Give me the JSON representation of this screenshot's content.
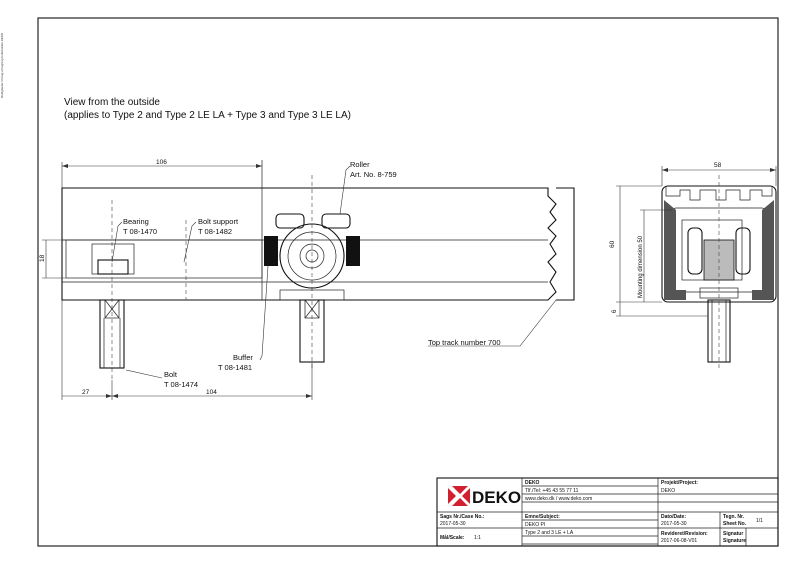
{
  "drawing": {
    "view_title_line1": "View from the outside",
    "view_title_line2": "(applies to Type 2 and Type 2 LE LA + Type 3 and Type 3 LE LA)",
    "margin_note": "Rettigheder til brug af tegning forbeholdes DEKO"
  },
  "callouts": {
    "roller_label": "Roller",
    "roller_art": "Art. No. 8-759",
    "bearing_label": "Bearing",
    "bearing_code": "T 08-1470",
    "bolt_support_label": "Bolt support",
    "bolt_support_code": "T 08-1482",
    "buffer_label": "Buffer",
    "buffer_code": "T 08-1481",
    "bolt_label": "Bolt",
    "bolt_code": "T 08-1474",
    "top_track": "Top track number 700"
  },
  "dimensions": {
    "width_106": "106",
    "height_18": "18",
    "offset_27": "27",
    "length_104": "104",
    "profile_58": "58",
    "profile_60": "60",
    "mounting_50": "Mounting dimension 50",
    "gap_6": "6"
  },
  "title_block": {
    "logo": "DEKO",
    "company": "DEKO",
    "phone": "Tlf./Tel: +45 43 55 77 11",
    "web": "www.deko.dk / www.deko.com",
    "project_label": "Projekt/Project:",
    "project_value": "DEKO",
    "case_label": "Sags Nr./Case No.:",
    "case_value": "2017-05-30",
    "subject_label": "Emne/Subject:",
    "subject_value1": "DEKO PI",
    "subject_value2": "Type 2 and 3 LE + LA",
    "date_label": "Dato/Date:",
    "date_value": "2017-05-30",
    "drawing_no_label": "Tegn. Nr.",
    "sheet_label": "Sheet No.",
    "sheet_value": "1/1",
    "scale_label": "Mål/Scale:",
    "scale_value": "1:1",
    "revision_label": "Revideret/Revision:",
    "revision_value": "2017-06-08-V01",
    "signature_label1": "Signatur",
    "signature_label2": "Signature"
  },
  "colors": {
    "logo_red": "#d1202f",
    "line": "#111111"
  }
}
